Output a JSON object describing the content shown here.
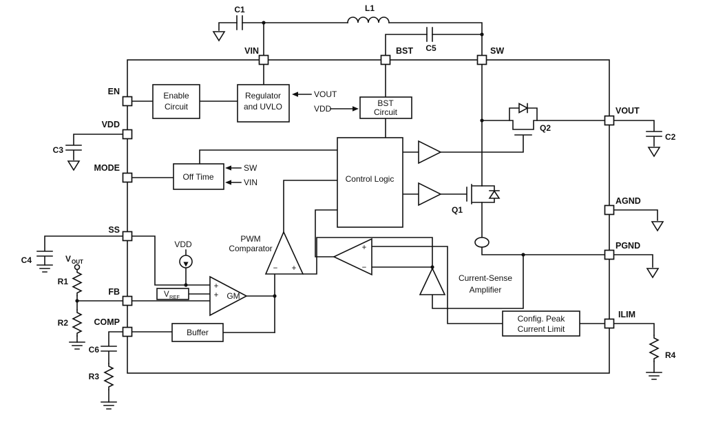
{
  "diagram": {
    "pins": {
      "vin": "VIN",
      "bst": "BST",
      "sw": "SW",
      "en": "EN",
      "vdd": "VDD",
      "mode": "MODE",
      "ss": "SS",
      "fb": "FB",
      "comp": "COMP",
      "vout": "VOUT",
      "agnd": "AGND",
      "pgnd": "PGND",
      "ilim": "ILIM"
    },
    "components": {
      "c1": "C1",
      "l1": "L1",
      "c5": "C5",
      "c2": "C2",
      "c3": "C3",
      "c4": "C4",
      "c6": "C6",
      "r1": "R1",
      "r2": "R2",
      "r3": "R3",
      "r4": "R4",
      "q1": "Q1",
      "q2": "Q2"
    },
    "blocks": {
      "enable": {
        "line1": "Enable",
        "line2": "Circuit"
      },
      "regulator": {
        "line1": "Regulator",
        "line2": "and UVLO"
      },
      "bst_circuit": {
        "line1": "BST",
        "line2": "Circuit"
      },
      "off_time": "Off Time",
      "control_logic": "Control Logic",
      "buffer": "Buffer",
      "gm": "GM",
      "pwm": {
        "line1": "PWM",
        "line2": "Comparator"
      },
      "csa": {
        "line1": "Current-Sense",
        "line2": "Amplifier"
      },
      "peak_limit": {
        "line1": "Config. Peak",
        "line2": "Current Limit"
      }
    },
    "signals": {
      "vout_arrow": "VOUT",
      "vdd_arrow": "VDD",
      "sw_arrow": "SW",
      "vin_arrow": "VIN",
      "vdd_source": "VDD"
    },
    "refs": {
      "vout_terminal_main": "V",
      "vout_terminal_sub": "OUT",
      "vref_main": "V",
      "vref_sub": "REF"
    },
    "ops": {
      "plus": "+",
      "minus": "−"
    },
    "colors": {
      "line": "#111111",
      "background": "#ffffff"
    }
  }
}
